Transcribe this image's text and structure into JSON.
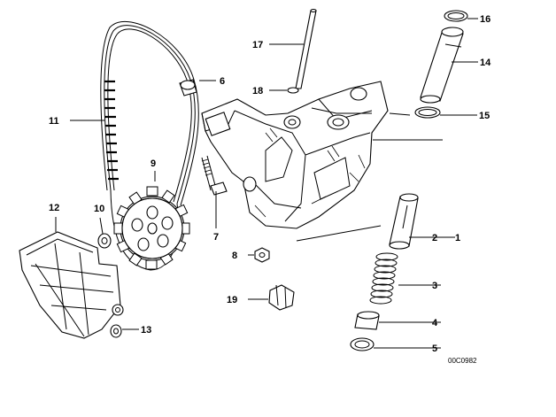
{
  "callouts": {
    "c1": "1",
    "c2": "2",
    "c3": "3",
    "c4": "4",
    "c5": "5",
    "c6": "6",
    "c7": "7",
    "c8": "8",
    "c9": "9",
    "c10": "10",
    "c11": "11",
    "c12": "12",
    "c13": "13",
    "c14": "14",
    "c15": "15",
    "c16": "16",
    "c17": "17",
    "c18": "18",
    "c19": "19"
  },
  "diagram_code": "00C0982",
  "colors": {
    "ink": "#000000",
    "background": "#ffffff"
  }
}
